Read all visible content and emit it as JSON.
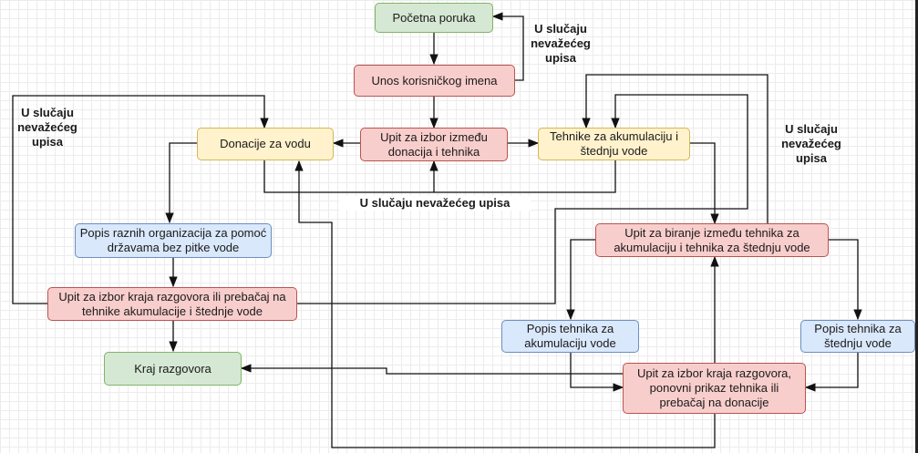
{
  "nodes": {
    "start": "Početna poruka",
    "username": "Unos korisničkog imena",
    "choice": "Upit za izbor između donacija i tehnika",
    "donations": "Donacije za vodu",
    "techniques": "Tehnike za akumulaciju i štednju vode",
    "orgs": "Popis raznih organizacija za pomoć državama bez pitke vode",
    "end_prompt_left": "Upit za izbor kraja razgovora ili prebačaj na tehnike akumulacije i štednje vode",
    "end": "Kraj razgovora",
    "tech_choice": "Upit za biranje između tehnika za akumulaciju i tehnika za štednju vode",
    "accum_list": "Popis tehnika za akumulaciju vode",
    "saving_list": "Popis tehnika za štednju vode",
    "end_prompt_right": "Upit za izbor kraja razgovora, ponovni prikaz tehnika ili prebačaj na donacije"
  },
  "labels": {
    "invalid_top": "U slučaju nevažećeg upisa",
    "invalid_left": "U slučaju nevažećeg upisa",
    "invalid_middle": "U slučaju nevažećeg upisa",
    "invalid_right": "U slučaju nevažećeg upisa"
  },
  "colors": {
    "green_fill": "#d5e8d4",
    "red_fill": "#f8cecc",
    "yellow_fill": "#fff2cc",
    "blue_fill": "#dae8fc"
  }
}
